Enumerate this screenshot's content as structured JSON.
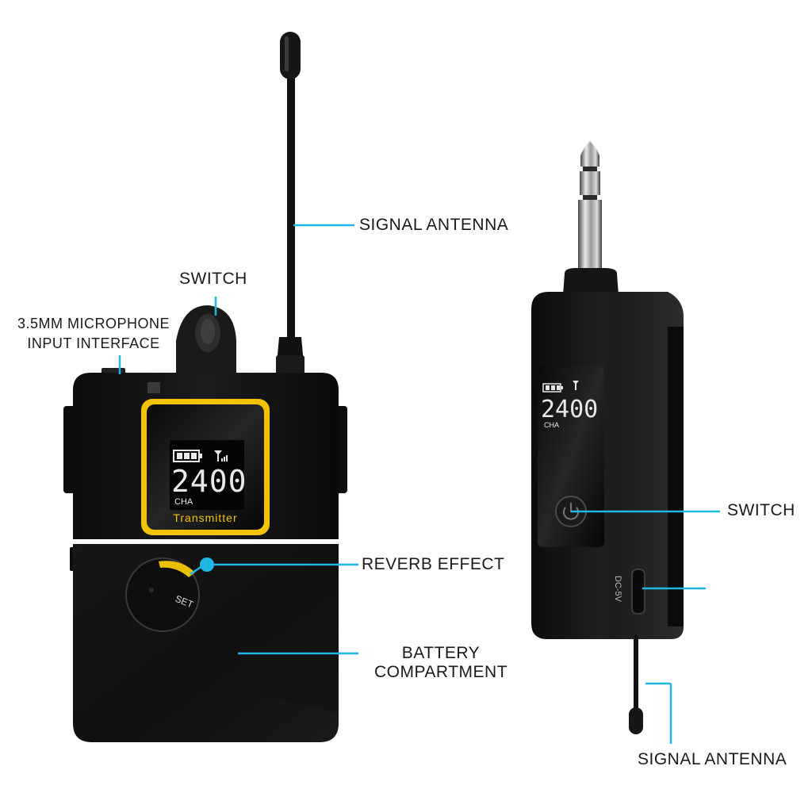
{
  "colors": {
    "callout": "#1fb7e6",
    "device_body": "#141414",
    "screen_frame": "#f2c300",
    "lcd_text": "#e8e8e8",
    "label_text": "#1a1a1a"
  },
  "labels": {
    "mic_input_line1": "3.5MM MICROPHONE",
    "mic_input_line2": "INPUT INTERFACE",
    "transmitter_switch": "SWITCH",
    "transmitter_antenna": "SIGNAL ANTENNA",
    "reverb_effect": "REVERB EFFECT",
    "battery_line1": "BATTERY",
    "battery_line2": "COMPARTMENT",
    "receiver_switch": "SWITCH",
    "receiver_antenna": "SIGNAL ANTENNA"
  },
  "transmitter": {
    "lcd_value": "2400",
    "lcd_channel": "CHA",
    "brand_text": "Transmitter",
    "set_button_label": "SET"
  },
  "receiver": {
    "lcd_value": "2400",
    "lcd_channel": "CHA",
    "port_label": "DC-5V",
    "power_icon": "power-icon"
  }
}
